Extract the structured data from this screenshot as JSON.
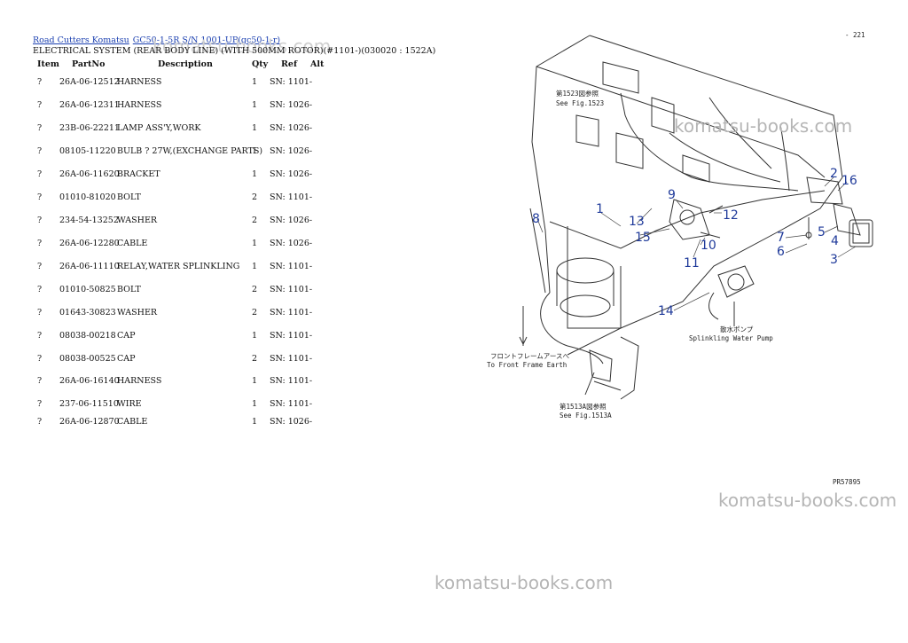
{
  "breadcrumb": {
    "link1": "Road Cutters Komatsu",
    "link2": "GC50-1-5R S/N 1001-UP(gc50-1-r)"
  },
  "page_title": "ELECTRICAL SYSTEM (REAR BODY LINE) (WITH 500MM ROTOR)(#1101-)(030020 : 1522A)",
  "table": {
    "headers": {
      "item": "Item",
      "partno": "PartNo",
      "description": "Description",
      "qty": "Qty",
      "ref": "Ref",
      "alt": "Alt"
    },
    "rows": [
      {
        "item": "?",
        "partno": "26A-06-12512",
        "description": "HARNESS",
        "qty": "1",
        "ref": "SN: 1101-"
      },
      {
        "item": "?",
        "partno": "26A-06-12311",
        "description": "HARNESS",
        "qty": "1",
        "ref": "SN: 1026-"
      },
      {
        "item": "?",
        "partno": "23B-06-22211",
        "description": "LAMP ASS'Y,WORK",
        "qty": "1",
        "ref": "SN: 1026-"
      },
      {
        "item": "?",
        "partno": "08105-11220",
        "description": "BULB ? 27W,(EXCHANGE PARTS)",
        "qty": "1",
        "ref": "SN: 1026-"
      },
      {
        "item": "?",
        "partno": "26A-06-11620",
        "description": "BRACKET",
        "qty": "1",
        "ref": "SN: 1026-"
      },
      {
        "item": "?",
        "partno": "01010-81020",
        "description": "BOLT",
        "qty": "2",
        "ref": "SN: 1101-"
      },
      {
        "item": "?",
        "partno": "234-54-13252",
        "description": "WASHER",
        "qty": "2",
        "ref": "SN: 1026-"
      },
      {
        "item": "?",
        "partno": "26A-06-12280",
        "description": "CABLE",
        "qty": "1",
        "ref": "SN: 1026-"
      },
      {
        "item": "?",
        "partno": "26A-06-11110",
        "description": "RELAY,WATER SPLINKLING",
        "qty": "1",
        "ref": "SN: 1101-"
      },
      {
        "item": "?",
        "partno": "01010-50825",
        "description": "BOLT",
        "qty": "2",
        "ref": "SN: 1101-"
      },
      {
        "item": "?",
        "partno": "01643-30823",
        "description": "WASHER",
        "qty": "2",
        "ref": "SN: 1101-"
      },
      {
        "item": "?",
        "partno": "08038-00218",
        "description": "CAP",
        "qty": "1",
        "ref": "SN: 1101-"
      },
      {
        "item": "?",
        "partno": "08038-00525",
        "description": "CAP",
        "qty": "2",
        "ref": "SN: 1101-"
      },
      {
        "item": "?",
        "partno": "26A-06-16140",
        "description": "HARNESS",
        "qty": "1",
        "ref": "SN: 1101-"
      },
      {
        "item": "?",
        "partno": "237-06-11510",
        "description": "WIRE",
        "qty": "1",
        "ref": "SN: 1101-"
      },
      {
        "item": "?",
        "partno": "26A-06-12870",
        "description": "CABLE",
        "qty": "1",
        "ref": "SN: 1026-"
      }
    ]
  },
  "watermarks": {
    "title_overlay": "komatsu-books.com",
    "diagram_top": "komatsu-books.com",
    "right_mid": "komatsu-books.com",
    "bottom_center": "komatsu-books.com"
  },
  "diagram": {
    "callouts": [
      "1",
      "2",
      "3",
      "4",
      "5",
      "6",
      "7",
      "8",
      "9",
      "10",
      "11",
      "12",
      "13",
      "14",
      "15",
      "16"
    ],
    "caption_fig1523_jp": "第1523図参照",
    "caption_fig1523_en": "See Fig.1523",
    "caption_front_jp": "フロントフレームアースへ",
    "caption_front_en": "To Front Frame Earth",
    "caption_pump_jp": "散水ポンプ",
    "caption_pump_en": "Splinkling Water Pump",
    "caption_fig1513_jp": "第1513A図参照",
    "caption_fig1513_en": "See Fig.1513A",
    "corner_mark": "- 221",
    "drawing_code": "PR57895"
  }
}
